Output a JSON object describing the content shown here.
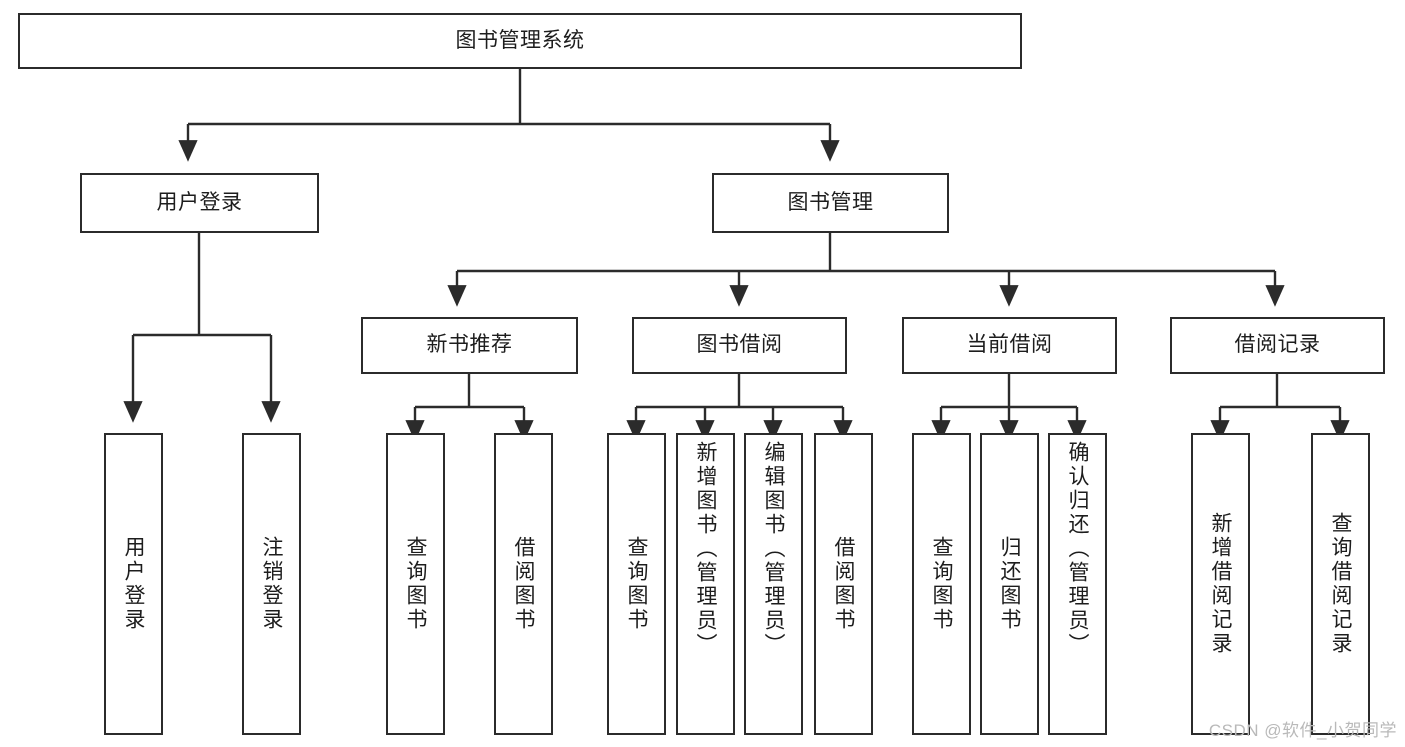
{
  "diagram": {
    "title": "图书管理系统",
    "type": "tree-hierarchy-chart",
    "colors": {
      "box_border": "#2b2b2b",
      "box_fill": "#ffffff",
      "edge": "#2b2b2b",
      "text": "#1d1d1d",
      "watermark": "#b9b9b9",
      "background": "#ffffff"
    }
  },
  "watermark": {
    "text": "CSDN @软件_小贺同学"
  },
  "nodes": {
    "root": {
      "label": "图书管理系统"
    },
    "level2": [
      {
        "id": "user-login",
        "label": "用户登录"
      },
      {
        "id": "book-manage",
        "label": "图书管理"
      }
    ],
    "level3": [
      {
        "id": "new-book-recommend",
        "label": "新书推荐"
      },
      {
        "id": "book-borrow",
        "label": "图书借阅"
      },
      {
        "id": "current-borrow",
        "label": "当前借阅"
      },
      {
        "id": "borrow-record",
        "label": "借阅记录"
      }
    ],
    "leaves": {
      "user_login": [
        {
          "id": "leaf-user-login",
          "label": "用户登录"
        },
        {
          "id": "leaf-logout-login",
          "label": "注销登录"
        }
      ],
      "new_book_recommend": [
        {
          "id": "leaf-query-book-1",
          "label": "查询图书"
        },
        {
          "id": "leaf-borrow-book-1",
          "label": "借阅图书"
        }
      ],
      "book_borrow": [
        {
          "id": "leaf-query-book-2",
          "label": "查询图书"
        },
        {
          "id": "leaf-add-book-admin",
          "label": "新增图书（管理员）"
        },
        {
          "id": "leaf-edit-book-admin",
          "label": "编辑图书（管理员）"
        },
        {
          "id": "leaf-borrow-book-2",
          "label": "借阅图书"
        }
      ],
      "current_borrow": [
        {
          "id": "leaf-query-book-3",
          "label": "查询图书"
        },
        {
          "id": "leaf-return-book",
          "label": "归还图书"
        },
        {
          "id": "leaf-confirm-return-admin",
          "label": "确认归还（管理员）"
        }
      ],
      "borrow_record": [
        {
          "id": "leaf-add-borrow-record",
          "label": "新增借阅记录"
        },
        {
          "id": "leaf-query-borrow-record",
          "label": "查询借阅记录"
        }
      ]
    }
  }
}
